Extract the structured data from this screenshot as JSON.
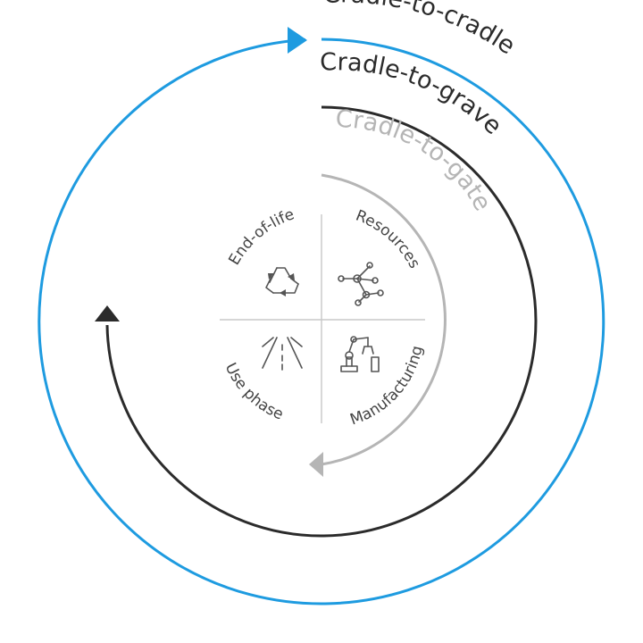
{
  "colors": {
    "cradle_to_cradle": "#1e9be0",
    "cradle_to_grave": "#2b2b2b",
    "cradle_to_gate": "#b5b5b5",
    "quadrant_text": "#444444",
    "divider": "#c8c8c8"
  },
  "arcs": {
    "cradle_to_cradle": "Cradle-to-cradle",
    "cradle_to_grave": "Cradle-to-grave",
    "cradle_to_gate": "Cradle-to-gate"
  },
  "quadrants": {
    "end_of_life": {
      "label": "End-of-life",
      "icon": "recycle-icon"
    },
    "resources": {
      "label": "Resources",
      "icon": "network-nodes-icon"
    },
    "use_phase": {
      "label": "Use phase",
      "icon": "road-icon"
    },
    "manufacturing": {
      "label": "Manufacturing",
      "icon": "robot-arm-icon"
    }
  }
}
